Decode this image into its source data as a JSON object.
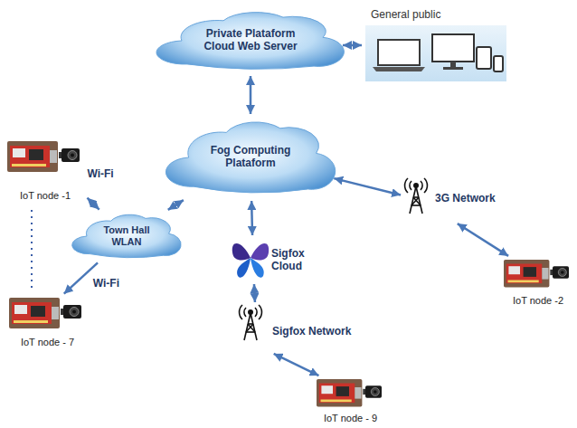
{
  "diagram": {
    "nodes": [
      {
        "text": [
          "Private Plataform Cloud Web Server"
        ]
      },
      {
        "text": [
          "General public"
        ]
      },
      {
        "text": [
          "Fog Computing Plataform"
        ]
      },
      {
        "text": [
          "IoT node -1"
        ]
      },
      {
        "text": [
          "Town Hall WLAN"
        ]
      },
      {
        "text": [
          "3G Network"
        ]
      },
      {
        "text": [
          "Sigfox Cloud"
        ]
      },
      {
        "text": [
          "IoT node - 7"
        ]
      },
      {
        "text": [
          "IoT node -2"
        ]
      },
      {
        "text": [
          "Sigfox Network"
        ]
      },
      {
        "text": [
          "IoT node - 9"
        ]
      }
    ],
    "edges": [
      {
        "from": 0,
        "to": 1,
        "arrow": "both"
      },
      {
        "from": 0,
        "to": 2,
        "arrow": "both"
      },
      {
        "from": 3,
        "to": 4,
        "label": "Wi-Fi",
        "arrow": "both"
      },
      {
        "from": 4,
        "to": 2,
        "arrow": "both"
      },
      {
        "from": 2,
        "to": 5,
        "arrow": "both"
      },
      {
        "from": 5,
        "to": 8,
        "arrow": "both"
      },
      {
        "from": 2,
        "to": 6,
        "arrow": "both"
      },
      {
        "from": 6,
        "to": 9,
        "arrow": "both"
      },
      {
        "from": 9,
        "to": 10,
        "arrow": "both"
      },
      {
        "from": 4,
        "to": 7,
        "label": "Wi-Fi",
        "arrow": "to"
      }
    ]
  }
}
